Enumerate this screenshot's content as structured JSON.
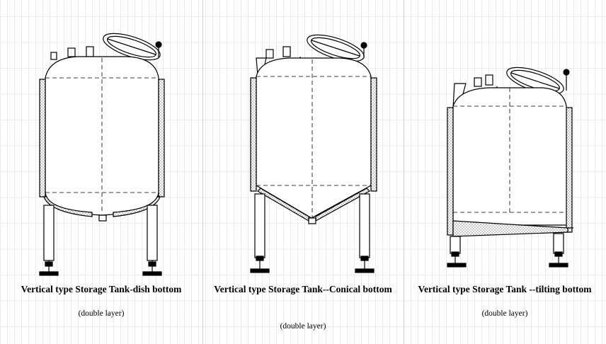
{
  "panels": [
    {
      "title": "Vertical type Storage Tank-dish bottom",
      "note": "(double layer)"
    },
    {
      "title": "Vertical type Storage Tank--Conical bottom",
      "note": "(double layer)"
    },
    {
      "title": "Vertical type Storage Tank --tilting bottom",
      "note": "(double layer)"
    }
  ]
}
